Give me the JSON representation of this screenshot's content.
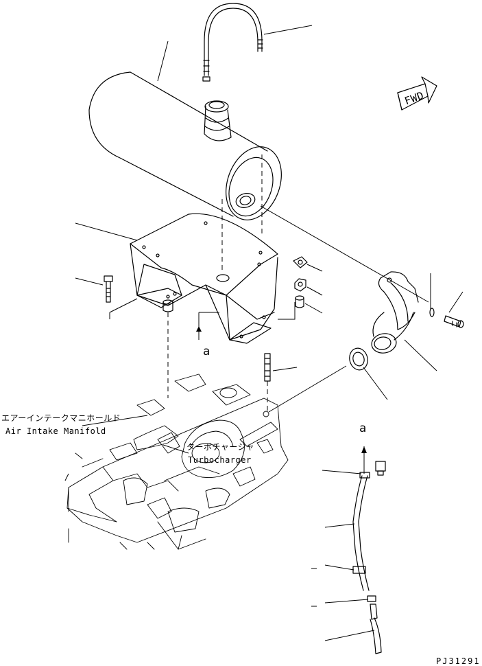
{
  "labels": {
    "intake_jp": "エアーインテークマニホールド",
    "intake_en": "Air Intake Manifold",
    "turbo_jp": "ターボチャージャ",
    "turbo_en": "Turbocharger",
    "view_a_top": "a",
    "view_a_bottom": "a",
    "fwd": "FWD",
    "drawing_number": "PJ31291"
  },
  "colors": {
    "line": "#000000",
    "background": "#ffffff"
  }
}
